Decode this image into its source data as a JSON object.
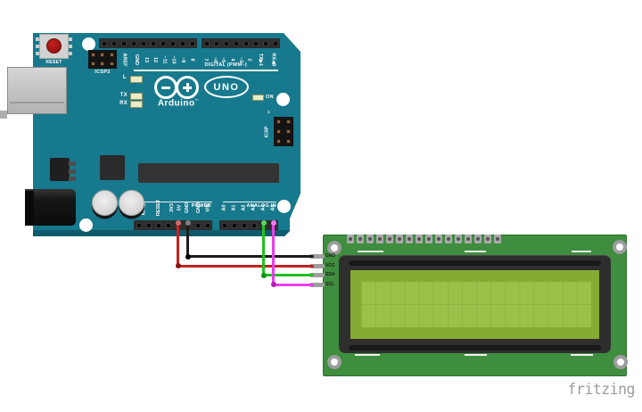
{
  "watermark": "fritzing",
  "colors": {
    "board": "#17798d",
    "board_edge": "#0e5a6d",
    "lcd_pcb": "#3f8d3f",
    "lcd_screen": "#9cc149",
    "lcd_bezel": "#2e2e2e",
    "wire_gnd": "#1c1c1c",
    "wire_vcc": "#c32220",
    "wire_sda": "#1fc11e",
    "wire_scl": "#ea3dea"
  },
  "arduino": {
    "reset_label": "RESET",
    "icsp2_label": "ICSP2",
    "icsp_label": "ICSP",
    "icsp_pin1": "1",
    "digital_label": "DIGITAL (PWM~)",
    "power_label": "POWER",
    "analog_label": "ANALOG IN",
    "led_l": "L",
    "led_tx": "TX",
    "led_rx": "RX",
    "led_on": "ON",
    "brand": "Arduino",
    "brand_tm": "™",
    "model": "UNO",
    "top_pins_left": [
      "",
      "",
      "AREF",
      "GND",
      "13",
      "12",
      "~11",
      "~10",
      "~9",
      "8"
    ],
    "top_pins_right": [
      "7",
      "~6",
      "~5",
      "4",
      "~3",
      "2",
      "TX▶1",
      "RX◀0"
    ],
    "bottom_pins_left": [
      "",
      "IOREF",
      "RESET",
      "3V3",
      "5V",
      "GND",
      "GND",
      "VIN"
    ],
    "bottom_pins_right": [
      "A0",
      "A1",
      "A2",
      "A3",
      "A4",
      "A5"
    ]
  },
  "lcd": {
    "pin_labels": [
      "GND",
      "VCC",
      "SDA",
      "SCL"
    ],
    "top_pad_count": 16
  },
  "wires": [
    {
      "name": "gnd-wire",
      "color": "#1c1c1c",
      "from": "GND",
      "to": "GND"
    },
    {
      "name": "vcc-wire",
      "color": "#c32220",
      "from": "5V",
      "to": "VCC"
    },
    {
      "name": "sda-wire",
      "color": "#1fc11e",
      "from": "A4",
      "to": "SDA"
    },
    {
      "name": "scl-wire",
      "color": "#ea3dea",
      "from": "A5",
      "to": "SCL"
    }
  ]
}
